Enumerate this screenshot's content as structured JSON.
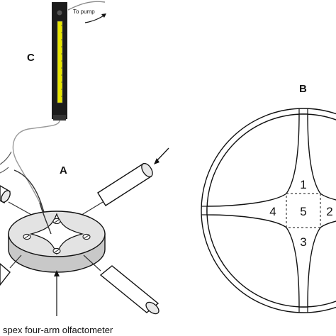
{
  "figure": {
    "labels": {
      "a": "A",
      "b": "B",
      "c": "C"
    },
    "pump_text": "To pump",
    "caption": "spex four-arm olfactometer",
    "zones": {
      "z1": "1",
      "z2": "2",
      "z3": "3",
      "z4": "4",
      "z5": "5"
    }
  }
}
